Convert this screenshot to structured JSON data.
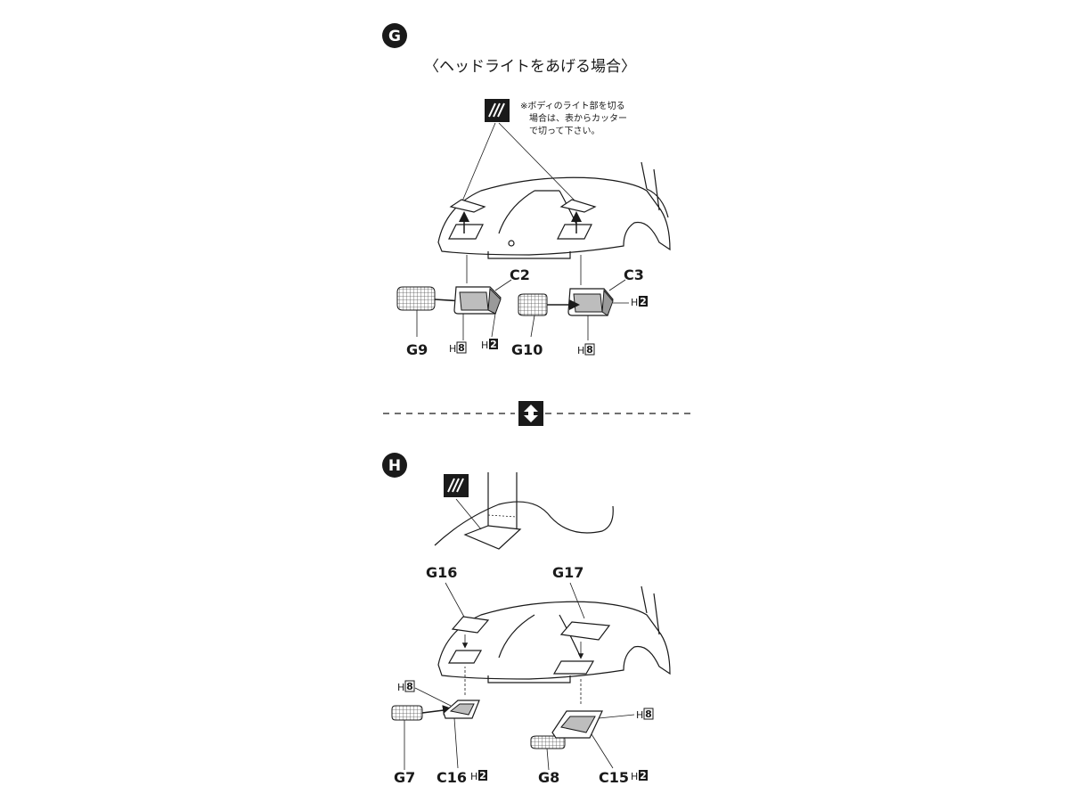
{
  "section_g": {
    "step": "G",
    "title": "〈ヘッドライトをあげる場合〉",
    "note_lines": [
      "※ボディのライト部を切る",
      "場合は、表からカッター",
      "で切って下さい。"
    ],
    "parts": {
      "c2": "C2",
      "c3": "C3",
      "g9": "G9",
      "g10": "G10",
      "h8_a": "H",
      "h8_a_num": "8",
      "h2_a": "H",
      "h2_a_num": "2",
      "h8_b": "H",
      "h8_b_num": "8",
      "h2_b": "H",
      "h2_b_num": "2"
    }
  },
  "section_h": {
    "step": "H",
    "parts": {
      "g16": "G16",
      "g17": "G17",
      "g7": "G7",
      "g8": "G8",
      "c16": "C16",
      "c15": "C15",
      "h8_c": "H",
      "h8_c_num": "8",
      "h2_c": "H",
      "h2_c_num": "2",
      "h8_d": "H",
      "h8_d_num": "8",
      "h2_d": "H",
      "h2_d_num": "2"
    }
  },
  "icons": [
    "cut-knife-icon",
    "swap-arrows-icon"
  ],
  "colors": {
    "ink": "#1a1a1a",
    "shade": "#bdbdbd",
    "background": "#ffffff"
  }
}
